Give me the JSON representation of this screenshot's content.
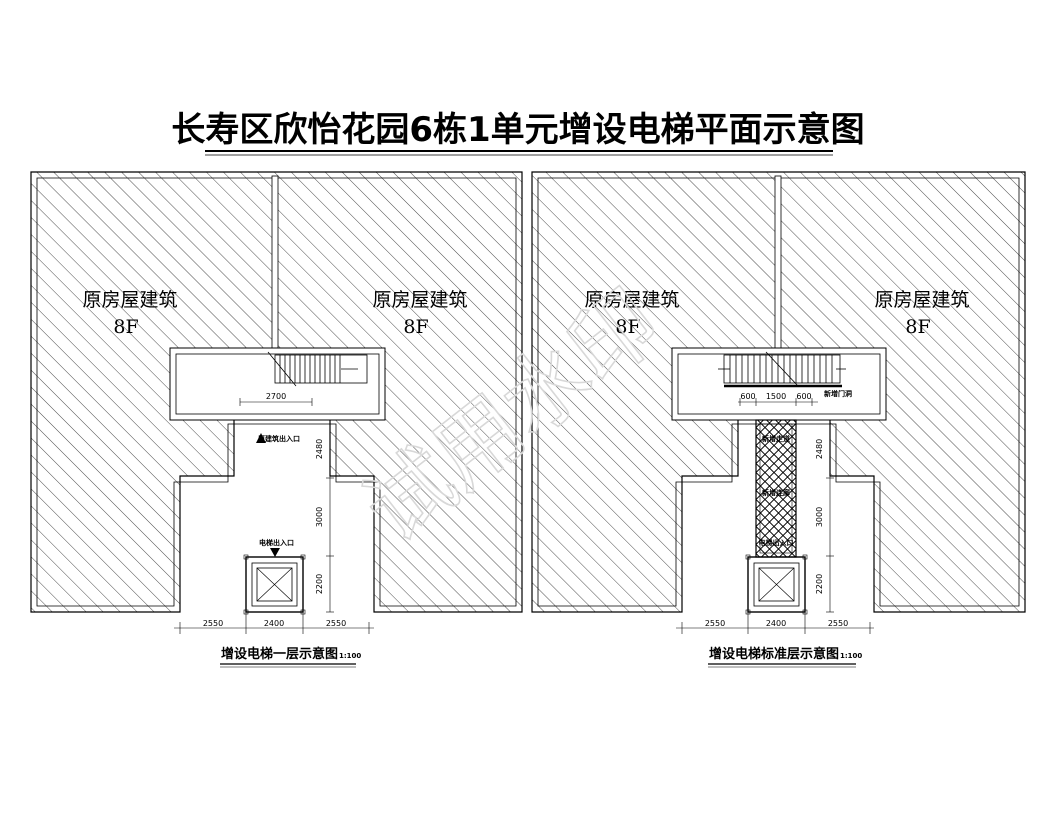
{
  "title": "长寿区欣怡花园6栋1单元增设电梯平面示意图",
  "watermark": "试用水印",
  "plans": [
    {
      "building_label": "原房屋建筑",
      "floor_label": "8F",
      "caption": "增设电梯一层示意图",
      "scale": "1:100",
      "stair_dim": "2700",
      "entrance_existing": "原建筑出入口",
      "entrance_elevator": "电梯出入口",
      "vdim_top": "2480",
      "vdim_mid": "3000",
      "vdim_bot": "2200",
      "hdims": [
        "2550",
        "2400",
        "2550"
      ]
    },
    {
      "building_label": "原房屋建筑",
      "floor_label": "8F",
      "caption": "增设电梯标准层示意图",
      "scale": "1:100",
      "stair_dims": [
        "600",
        "1500",
        "600"
      ],
      "new_door": "新增门洞",
      "corridor_labels": [
        "新增走道",
        "新增连廊",
        "电梯出入口"
      ],
      "vdim_top": "2480",
      "vdim_mid": "3000",
      "vdim_bot": "2200",
      "hdims": [
        "2550",
        "2400",
        "2550"
      ]
    }
  ],
  "colors": {
    "line": "#000000",
    "watermark": "#d8d8d8"
  }
}
